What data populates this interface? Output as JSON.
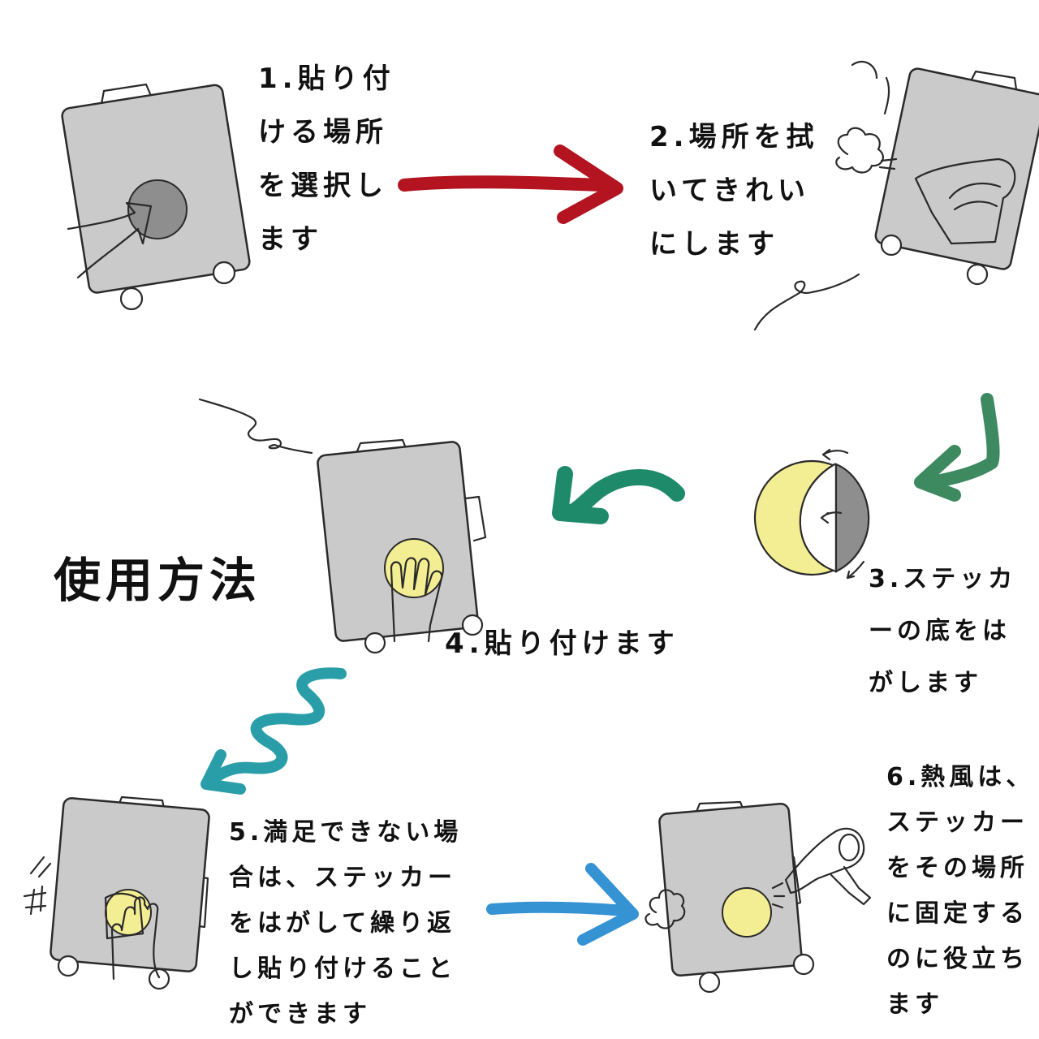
{
  "title": "使用方法",
  "steps": [
    {
      "lines": [
        "1.貼り付",
        "ける場所",
        "を選択し",
        "ます"
      ]
    },
    {
      "lines": [
        "2.場所を拭",
        "いてきれい",
        "にします"
      ]
    },
    {
      "lines": [
        "3.ステッカ",
        "ーの底をは",
        "がします"
      ]
    },
    {
      "lines": [
        "4.貼り付けます"
      ]
    },
    {
      "lines": [
        "5.満足できない場",
        "合は、ステッカー",
        "をはがして繰り返",
        "し貼り付けること",
        "ができます"
      ]
    },
    {
      "lines": [
        "6.熱風は、",
        "ステッカー",
        "をその場所",
        "に固定する",
        "のに役立ち",
        "ます"
      ]
    }
  ],
  "colors": {
    "suitcase": "#cacaca",
    "sticker_yellow": "#f3ee93",
    "sticker_dark": "#8e8e8e",
    "arrow_red": "#b3141f",
    "arrow_green": "#3e8a60",
    "arrow_teal_green": "#1f8a6a",
    "arrow_teal": "#2a9ea8",
    "arrow_blue": "#3593d3"
  },
  "icons": [
    "suitcase-icon",
    "hand-icon",
    "cloth-icon",
    "hair-dryer-icon",
    "sticker-icon",
    "arrow-icon"
  ]
}
